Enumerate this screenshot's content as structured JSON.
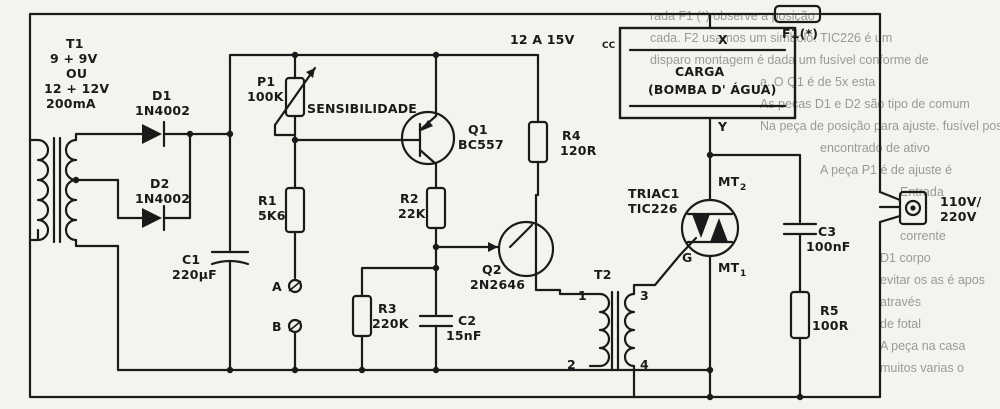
{
  "background_text": [
    "rada F1 (*) observe a posição",
    "cada. F2 usamos um simbolo. TIC226 é um",
    "disparo montagem é dada um fusível conforme de",
    "a. O Q1 é de 5x esta",
    "As peças D1 e D2 são tipo de comum",
    "Na peça de posição para ajuste. fusível posição",
    "encontrado de ativo",
    "A peça P1 é de ajuste é",
    "Entrada",
    "corrente",
    "D1 corpo",
    "evitar os as é apos",
    "através",
    "de fotal",
    "A peça na casa",
    "muitos varias o"
  ],
  "components": {
    "t1": {
      "name": "T1",
      "v1": "9 + 9V",
      "ou": "OU",
      "v2": "12 + 12V",
      "current": "200mA"
    },
    "d1": {
      "name": "D1",
      "part": "1N4002"
    },
    "d2": {
      "name": "D2",
      "part": "1N4002"
    },
    "c1": {
      "name": "C1",
      "value": "220µF"
    },
    "p1": {
      "name": "P1",
      "value": "100K",
      "label": "SENSIBILIDADE"
    },
    "r1": {
      "name": "R1",
      "value": "5K6"
    },
    "q1": {
      "name": "Q1",
      "part": "BC557"
    },
    "r2": {
      "name": "R2",
      "value": "22K"
    },
    "r3": {
      "name": "R3",
      "value": "220K"
    },
    "c2": {
      "name": "C2",
      "value": "15nF"
    },
    "q2": {
      "name": "Q2",
      "part": "2N2646"
    },
    "r4": {
      "name": "R4",
      "value": "120R"
    },
    "t2": {
      "name": "T2",
      "p1": "1",
      "p2": "2",
      "p3": "3",
      "p4": "4"
    },
    "triac": {
      "name": "TRIAC1",
      "part": "TIC226",
      "mt2": "MT",
      "mt2_sub": "2",
      "mt1": "MT",
      "mt1_sub": "1",
      "gate": "G"
    },
    "c3": {
      "name": "C3",
      "value": "100nF"
    },
    "r5": {
      "name": "R5",
      "value": "100R"
    },
    "f1": {
      "name": "F1(*)"
    },
    "load": {
      "title": "CARGA",
      "subtitle": "(BOMBA D' ÁGUA)",
      "x": "X",
      "y": "Y"
    },
    "supply": {
      "main": "12 A 15V",
      "sub": "CC"
    },
    "plug": {
      "v1": "110V/",
      "v2": "220V"
    },
    "terminals": {
      "a": "A",
      "b": "B"
    }
  }
}
